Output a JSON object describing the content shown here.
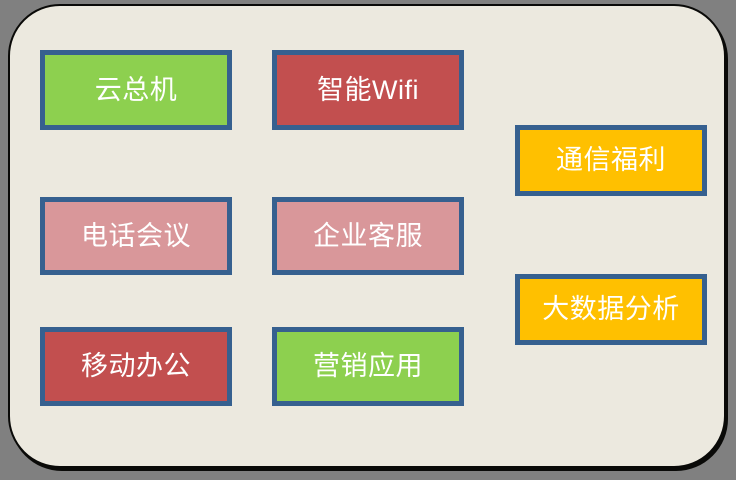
{
  "canvas": {
    "background_color": "#808080",
    "panel_color": "#ECE9DF",
    "panel_border_color": "#0A0A08"
  },
  "theme": {
    "tile_border_color": "#36608F",
    "label_color": "#FFFFFF",
    "green": "#8DD04F",
    "red": "#C24F4F",
    "pink": "#D9979A",
    "orange": "#FFC000"
  },
  "tiles": [
    {
      "id": "cloud-pbx",
      "label": "云总机",
      "color": "#8DD04F",
      "color_name": "green",
      "column": 1,
      "row": 1
    },
    {
      "id": "smart-wifi",
      "label": "智能Wifi",
      "color": "#C24F4F",
      "color_name": "red",
      "column": 2,
      "row": 1
    },
    {
      "id": "telecom-benefits",
      "label": "通信福利",
      "color": "#FFC000",
      "color_name": "orange",
      "column": 3,
      "row": "a"
    },
    {
      "id": "conference-call",
      "label": "电话会议",
      "color": "#D9979A",
      "color_name": "pink",
      "column": 1,
      "row": 2
    },
    {
      "id": "enterprise-support",
      "label": "企业客服",
      "color": "#D9979A",
      "color_name": "pink",
      "column": 2,
      "row": 2
    },
    {
      "id": "big-data-analysis",
      "label": "大数据分析",
      "color": "#FFC000",
      "color_name": "orange",
      "column": 3,
      "row": "b"
    },
    {
      "id": "mobile-office",
      "label": "移动办公",
      "color": "#C24F4F",
      "color_name": "red",
      "column": 1,
      "row": 3
    },
    {
      "id": "marketing-apps",
      "label": "营销应用",
      "color": "#8DD04F",
      "color_name": "green",
      "column": 2,
      "row": 3
    }
  ]
}
